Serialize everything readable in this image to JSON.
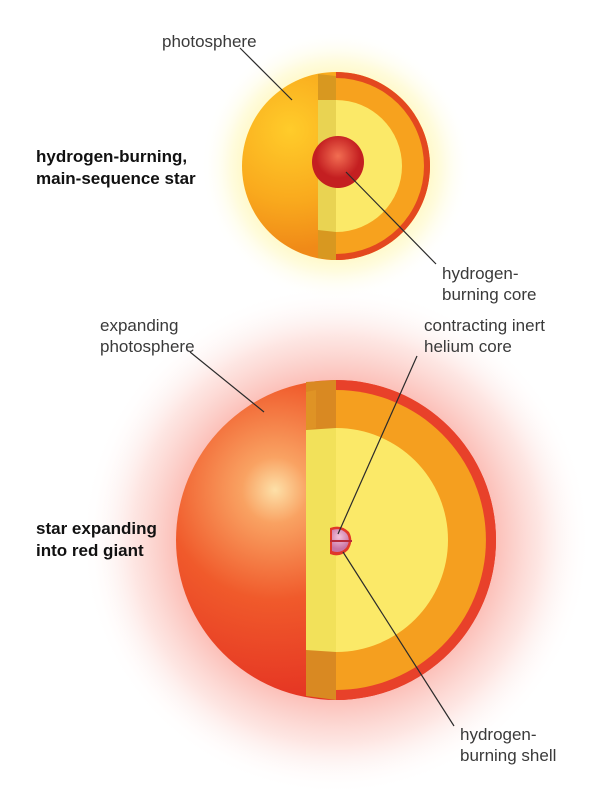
{
  "star_main_sequence": {
    "title_line1": "hydrogen-burning,",
    "title_line2": "main-sequence star",
    "photosphere_label": "photosphere",
    "core_label_line1": "hydrogen-",
    "core_label_line2": "burning core"
  },
  "star_red_giant": {
    "title_line1": "star expanding",
    "title_line2": "into red giant",
    "photosphere_label_line1": "expanding",
    "photosphere_label_line2": "photosphere",
    "helium_core_label_line1": "contracting inert",
    "helium_core_label_line2": "helium core",
    "shell_label_line1": "hydrogen-",
    "shell_label_line2": "burning shell"
  },
  "colors": {
    "main_surface": "#f7a51c",
    "main_glow": "#fff3a0",
    "giant_surface": "#ee3d24",
    "giant_glow": "#fbc6c0",
    "interior_outer": "#f6a11f",
    "interior_inner": "#fbe968",
    "core_red": "#d7322a",
    "core_helium": "#d98ab3"
  }
}
